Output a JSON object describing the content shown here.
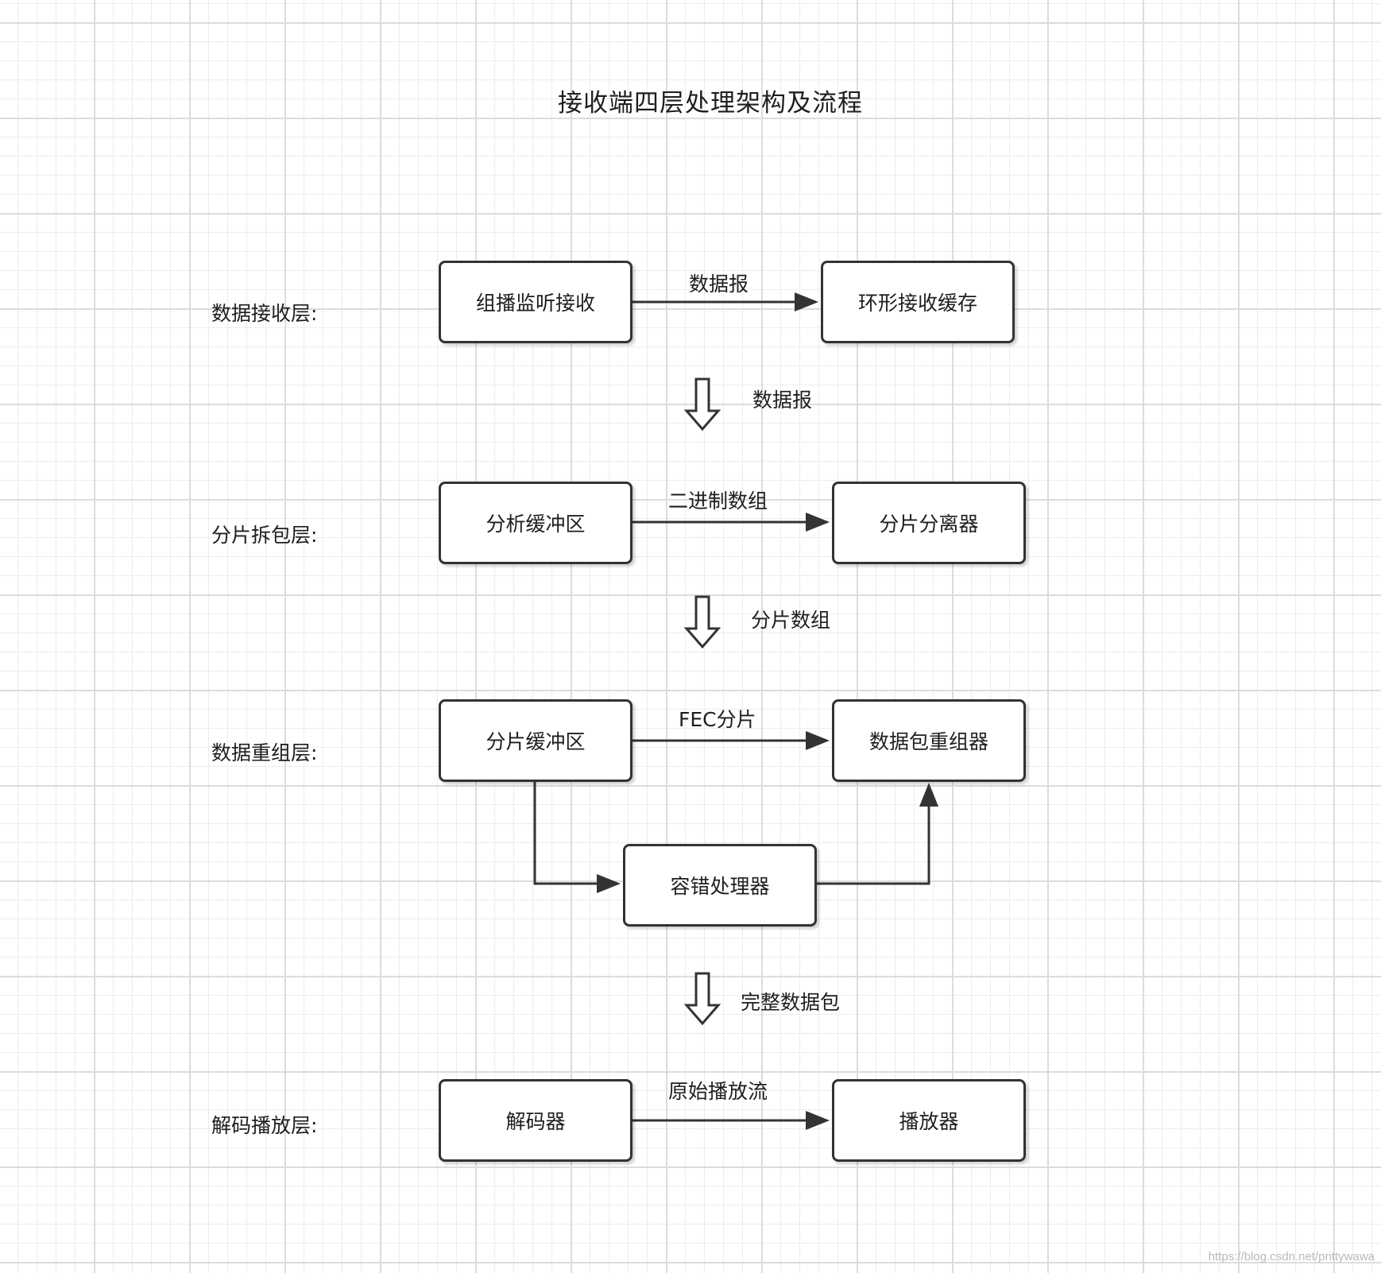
{
  "title": "接收端四层处理架构及流程",
  "layers": [
    {
      "label": "数据接收层:",
      "nodes": [
        "组播监听接收",
        "环形接收缓存"
      ],
      "edge_label": "数据报"
    },
    {
      "label": "分片拆包层:",
      "nodes": [
        "分析缓冲区",
        "分片分离器"
      ],
      "edge_label": "二进制数组"
    },
    {
      "label": "数据重组层:",
      "nodes": [
        "分片缓冲区",
        "数据包重组器",
        "容错处理器"
      ],
      "edge_label": "FEC分片"
    },
    {
      "label": "解码播放层:",
      "nodes": [
        "解码器",
        "播放器"
      ],
      "edge_label": "原始播放流"
    }
  ],
  "flows": [
    "数据报",
    "分片数组",
    "完整数据包"
  ],
  "watermark": "https://blog.csdn.net/prittywawa",
  "colors": {
    "stroke": "#333333",
    "text": "#1e1e1e",
    "grid": "#dcdcdc"
  }
}
